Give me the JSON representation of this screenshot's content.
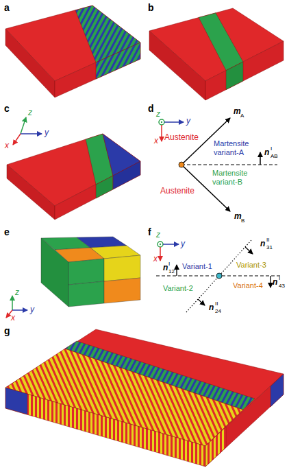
{
  "diagram": {
    "labels": [
      "a",
      "b",
      "c",
      "z",
      "y",
      "x",
      "d",
      "z",
      "y",
      "x",
      "Austenite",
      "m",
      "A",
      "Martensite variant-A",
      "n",
      "I",
      "AB",
      "Martensite variant-B",
      "Austenite",
      "m",
      "B",
      "e",
      "z",
      "y",
      "x",
      "f",
      "z",
      "y",
      "x",
      "n",
      "I",
      "12",
      "Variant-1",
      "Variant-3",
      "n",
      "II",
      "31",
      "Variant-4",
      "n",
      "I",
      "43",
      "Variant-2",
      "n",
      "II",
      "24",
      "g"
    ]
  }
}
